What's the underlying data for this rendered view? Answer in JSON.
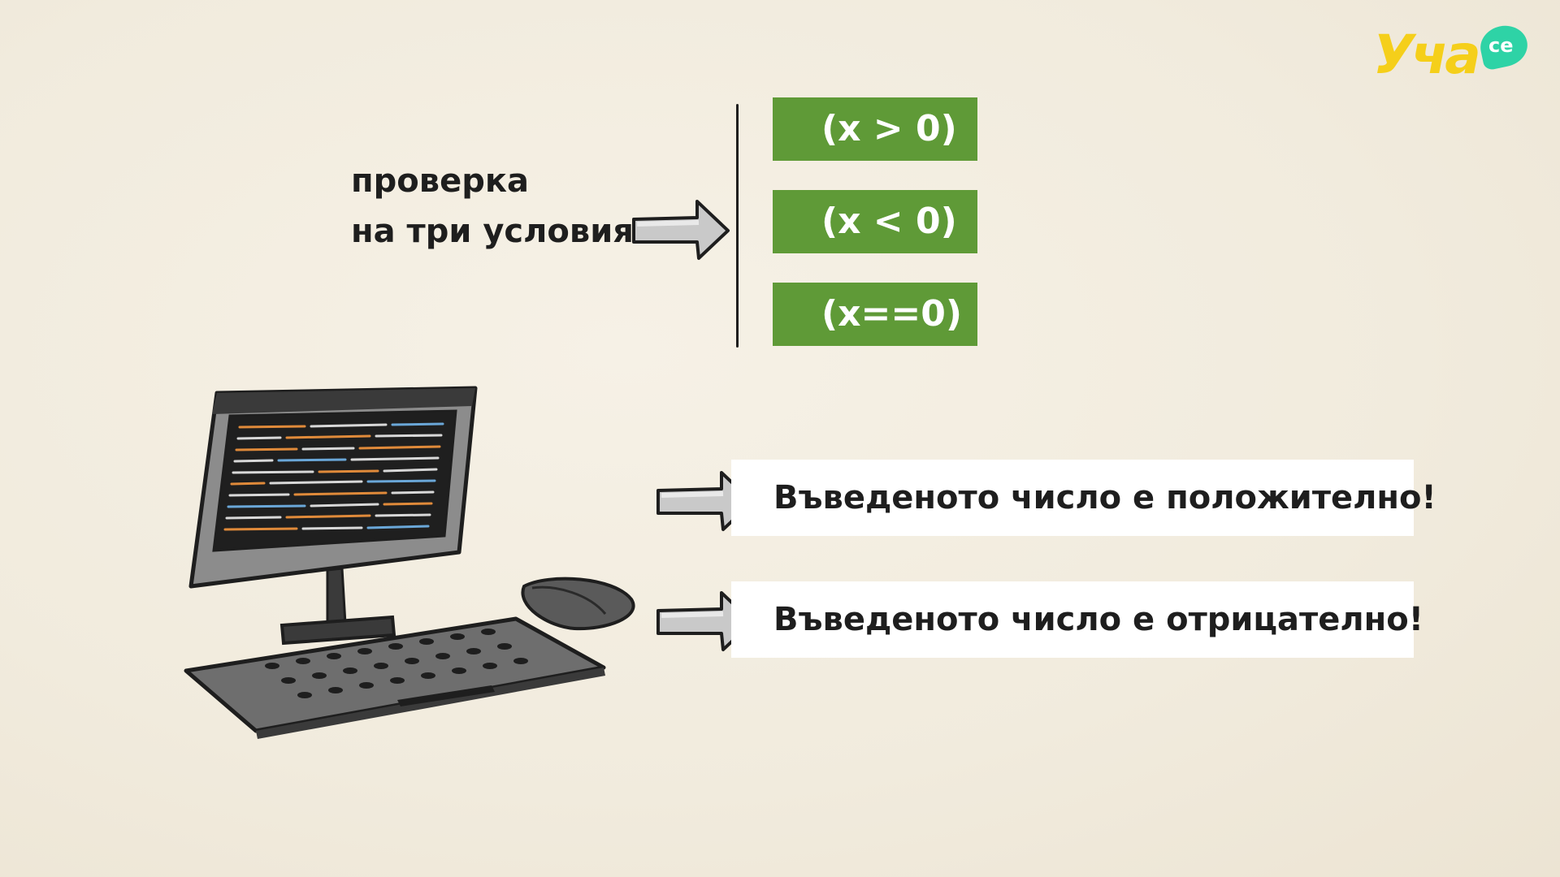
{
  "logo": {
    "text": "Уча",
    "suffix": "се"
  },
  "check_label": {
    "line1": "проверка",
    "line2": "на три условия"
  },
  "conditions": [
    {
      "label": "(x > 0)"
    },
    {
      "label": "(x < 0)"
    },
    {
      "label": "(x==0)"
    }
  ],
  "messages": [
    {
      "text": "Въведеното число е положително!"
    },
    {
      "text": "Въведеното число е отрицателно!"
    }
  ],
  "colors": {
    "condition_bg": "#5f9a37",
    "background": "#f3eee3",
    "logo_yellow": "#f5cf1a",
    "logo_bubble": "#2ed3a6"
  },
  "icons": [
    "right-arrow-icon",
    "computer-illustration",
    "mouse-icon",
    "keyboard-icon"
  ]
}
